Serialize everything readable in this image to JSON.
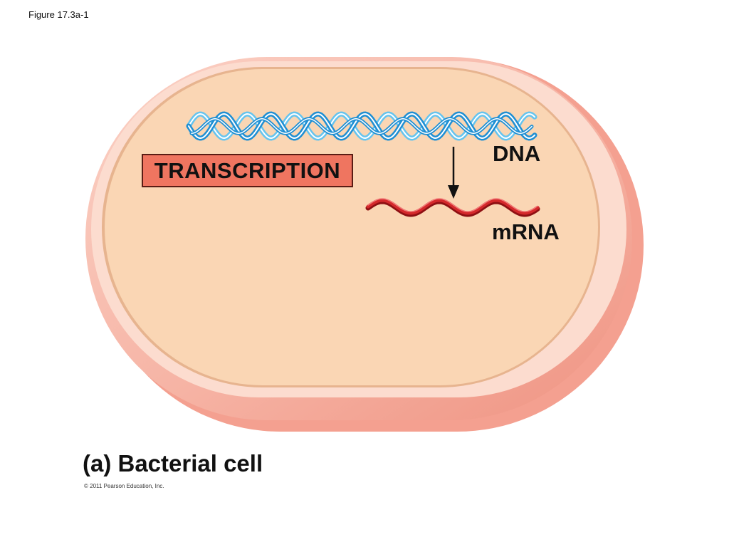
{
  "figure_label": "Figure 17.3a-1",
  "process_label": "TRANSCRIPTION",
  "molecules": {
    "dna": "DNA",
    "mrna": "mRNA"
  },
  "caption": "(a) Bacterial cell",
  "copyright": "© 2011 Pearson Education, Inc.",
  "colors": {
    "cell_wall_outer": "#f6a898",
    "cell_wall_light": "#fbd2c6",
    "membrane_line": "#e4b08a",
    "cytoplasm": "#fad6b4",
    "dna_strand": "#1f8fd3",
    "dna_strand_light": "#66c4ee",
    "mrna": "#d4282b",
    "label_box": "#ef7560",
    "arrow": "#111111"
  },
  "icons": {
    "dna": "double-helix",
    "mrna": "single-strand-ribbon",
    "arrow": "down-arrow"
  }
}
